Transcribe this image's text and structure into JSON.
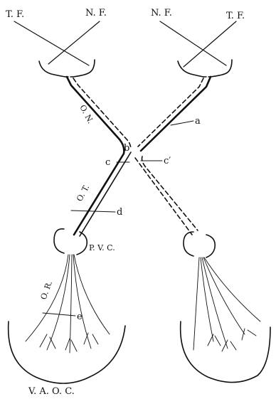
{
  "labels": {
    "tf_left": "T. F.",
    "nf_left": "N. F.",
    "nf_right": "N. F.",
    "tf_right": "T. F.",
    "a": "a",
    "b": "b",
    "c": "c",
    "c_prime": "c′",
    "d": "d",
    "e": "e",
    "on": "O. N.",
    "ot": "O. T.",
    "pvc": "P. V. C.",
    "or": "O. R.",
    "vaoc": "V. A. O. C."
  },
  "colors": {
    "ink": "#111111",
    "paper": "#ffffff"
  }
}
